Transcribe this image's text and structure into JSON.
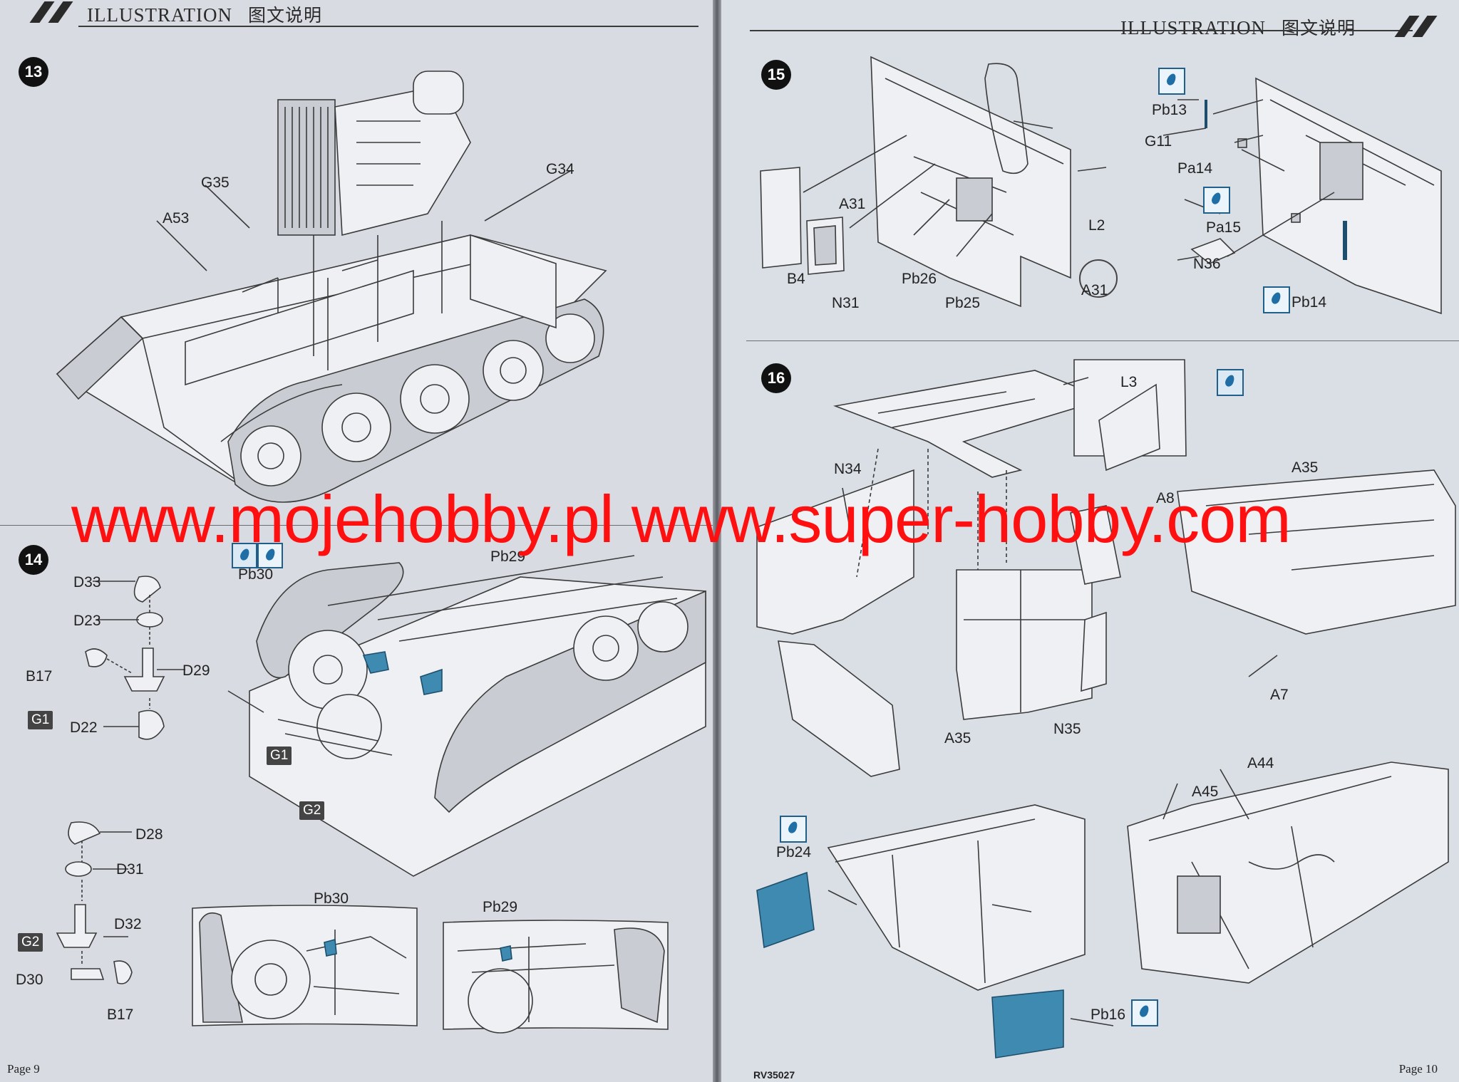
{
  "header": {
    "left_title": "ILLUSTRATION",
    "left_title_cn": "图文说明",
    "right_title": "ILLUSTRATION",
    "right_title_cn": "图文说明"
  },
  "watermark": "www.mojehobby.pl  www.super-hobby.com",
  "steps": {
    "s13": {
      "number": "13",
      "labels": [
        "G35",
        "A53",
        "G34"
      ]
    },
    "s14": {
      "number": "14",
      "labels": [
        "D33",
        "D23",
        "B17",
        "D29",
        "D22",
        "Pb30",
        "Pb29",
        "G1",
        "G2",
        "G1",
        "G2",
        "D28",
        "D31",
        "D32",
        "D30",
        "B17",
        "Pb30",
        "Pb29"
      ]
    },
    "s15": {
      "number": "15",
      "labels": [
        "Pb13",
        "G11",
        "Pa14",
        "A31",
        "L2",
        "Pa15",
        "N36",
        "B4",
        "N31",
        "Pb26",
        "Pb25",
        "A31",
        "Pb14"
      ]
    },
    "s16": {
      "number": "16",
      "labels": [
        "L3",
        "N34",
        "A35",
        "A8",
        "A35",
        "N35",
        "A7",
        "A44",
        "A45",
        "Pb24",
        "Pb16"
      ]
    }
  },
  "footer": {
    "left_page_label": "Page",
    "left_page_number": "9",
    "right_page_label": "Page",
    "right_page_number": "10",
    "kit_code": "RV35027"
  },
  "icons": [
    "paint-drop-icon",
    "fold-bend-icon",
    "circle-part-icon",
    "chevron-stripe-icon"
  ]
}
